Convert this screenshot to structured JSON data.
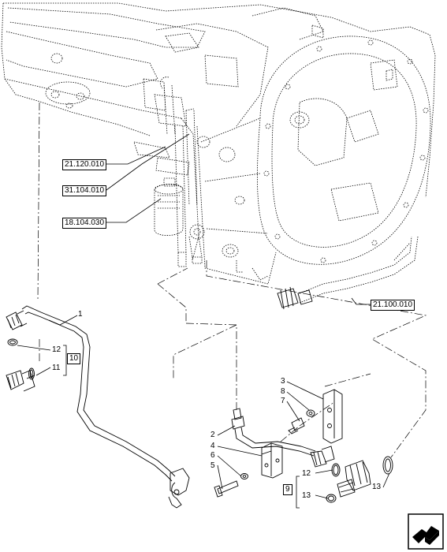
{
  "refs": {
    "r1": "21.120.010",
    "r2": "31.104.010",
    "r3": "18.104.030",
    "r4": "21.100.010"
  },
  "callouts": {
    "c1": "1",
    "c2": "2",
    "c3": "3",
    "c4": "4",
    "c5": "5",
    "c6": "6",
    "c7": "7",
    "c8": "8",
    "c12a": "12",
    "c11": "11",
    "c12b": "12",
    "c13a": "13",
    "c13b": "13"
  },
  "kits": {
    "k10": "10",
    "k9": "9"
  },
  "icons": {
    "nav": "next-page-arrow-icon"
  }
}
